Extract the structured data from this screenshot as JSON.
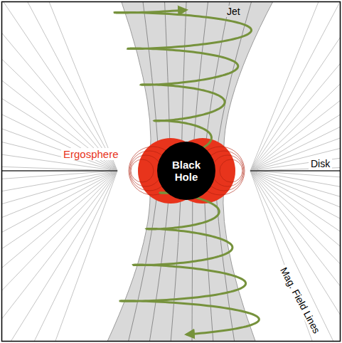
{
  "diagram": {
    "nodes": [
      {
        "text": [
          "Black Hole"
        ]
      }
    ],
    "labels": [
      "Jet",
      "Ergosphere",
      "Disk",
      "Mag. Field Lines"
    ]
  }
}
